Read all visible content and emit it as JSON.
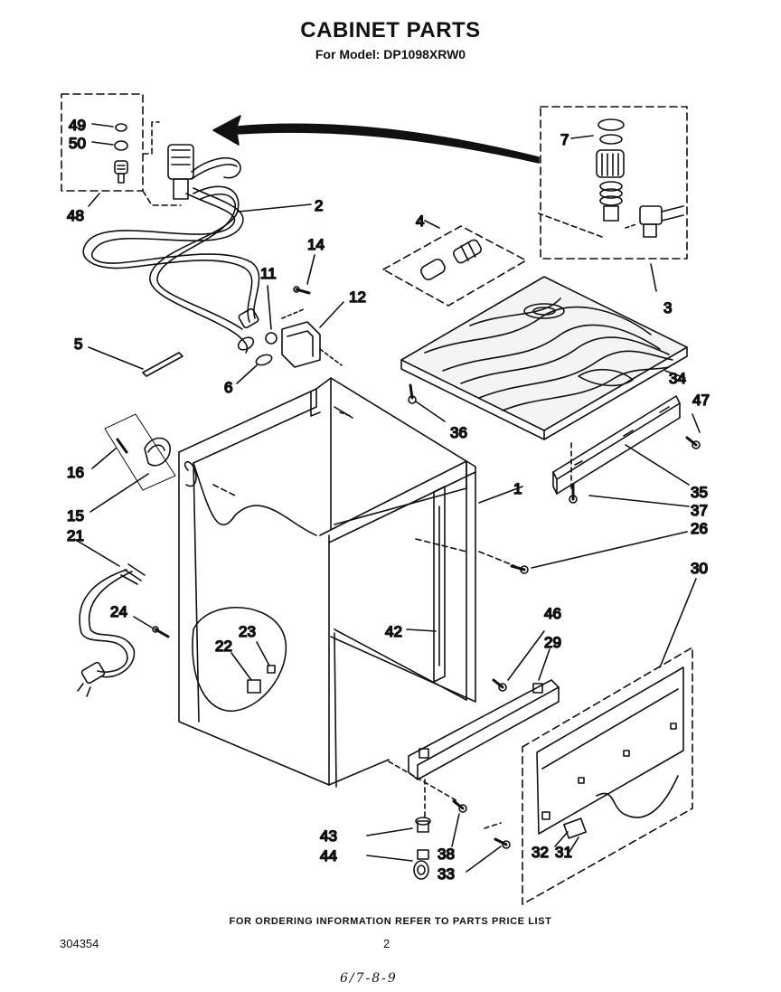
{
  "header": {
    "title": "CABINET PARTS",
    "subtitle": "For Model: DP1098XRW0"
  },
  "footer": {
    "ordering_note": "FOR ORDERING INFORMATION REFER TO PARTS PRICE LIST",
    "document_number": "304354",
    "page_number": "2",
    "handwritten_note": "6/7-8-9"
  },
  "callouts": {
    "c1": "1",
    "c2": "2",
    "c3": "3",
    "c4": "4",
    "c5": "5",
    "c6": "6",
    "c7": "7",
    "c11": "11",
    "c12": "12",
    "c14": "14",
    "c15": "15",
    "c16": "16",
    "c21": "21",
    "c22": "22",
    "c23": "23",
    "c24": "24",
    "c26": "26",
    "c29": "29",
    "c30": "30",
    "c31": "31",
    "c32": "32",
    "c33": "33",
    "c34": "34",
    "c35": "35",
    "c36": "36",
    "c37": "37",
    "c38": "38",
    "c42": "42",
    "c43": "43",
    "c44": "44",
    "c46": "46",
    "c47": "47",
    "c48": "48",
    "c49": "49",
    "c50": "50"
  },
  "colors": {
    "ink": "#111111",
    "paper": "#ffffff",
    "wood": "#f4f4f4"
  }
}
